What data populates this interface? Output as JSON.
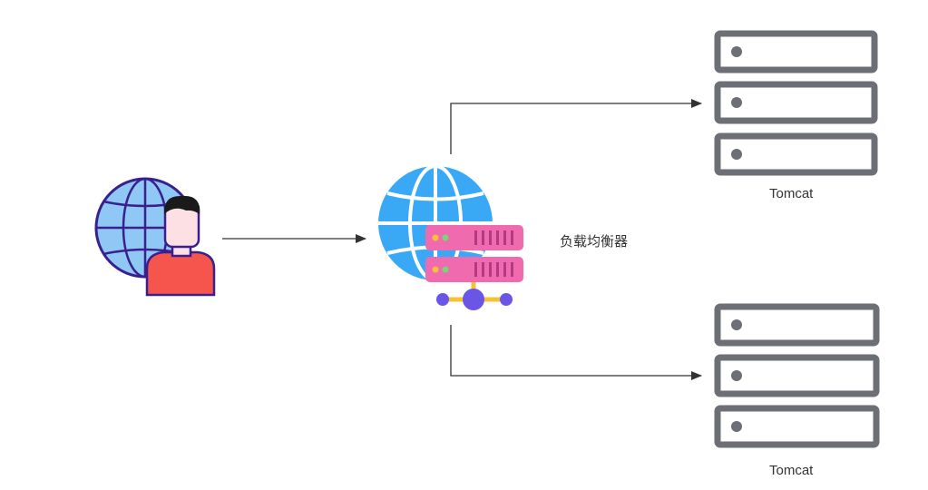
{
  "nodes": {
    "client": {
      "icon": "globe-user-icon"
    },
    "load_balancer": {
      "label": "负载均衡器",
      "icon": "globe-server-icon"
    },
    "tomcat_top": {
      "label": "Tomcat",
      "icon": "server-rack-icon"
    },
    "tomcat_bottom": {
      "label": "Tomcat",
      "icon": "server-rack-icon"
    }
  },
  "colors": {
    "arrow": "#333333",
    "server_rack": "#6d6f76",
    "globe_blue": "#3aa9f5",
    "globe_light": "#8fc8f5",
    "globe_outline": "#3a1f8f",
    "server_pink": "#f06ab0",
    "server_stripes": "#b23a80",
    "network_purple": "#6a55e6",
    "network_yellow": "#f5c233",
    "user_shirt": "#f5554d",
    "user_skin": "#fde0e3",
    "user_hair": "#1a1a1a"
  }
}
